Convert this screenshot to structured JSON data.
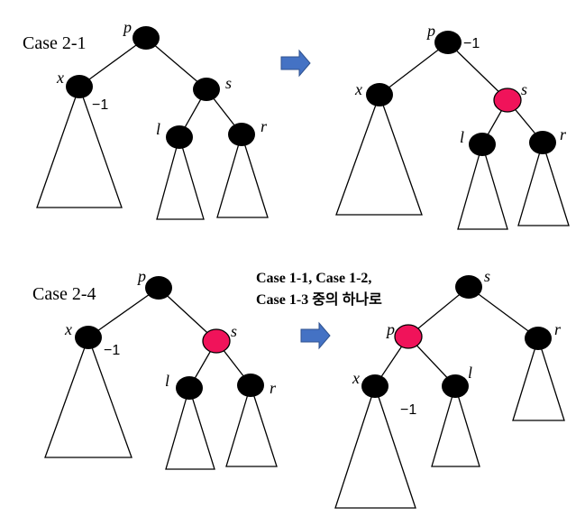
{
  "colors": {
    "black_node": "#000000",
    "red_node": "#f0135a",
    "arrow": "#4472c4",
    "arrow_edge": "#2f528f"
  },
  "top_case": {
    "label": "Case 2-1",
    "left": {
      "p": "p",
      "x": "x",
      "x_note": "−1",
      "s": "s",
      "l": "l",
      "r": "r"
    },
    "right": {
      "p": "p",
      "p_note": "−1",
      "x": "x",
      "s": "s",
      "l": "l",
      "r": "r"
    }
  },
  "bottom_case": {
    "label": "Case 2-4",
    "note_line1": "Case 1-1, Case 1-2,",
    "note_line2": "Case 1-3 중의 하나로",
    "left": {
      "p": "p",
      "x": "x",
      "x_note": "−1",
      "s": "s",
      "l": "l",
      "r": "r"
    },
    "right": {
      "s": "s",
      "p": "p",
      "x": "x",
      "x_note": "−1",
      "l": "l",
      "r": "r"
    }
  }
}
